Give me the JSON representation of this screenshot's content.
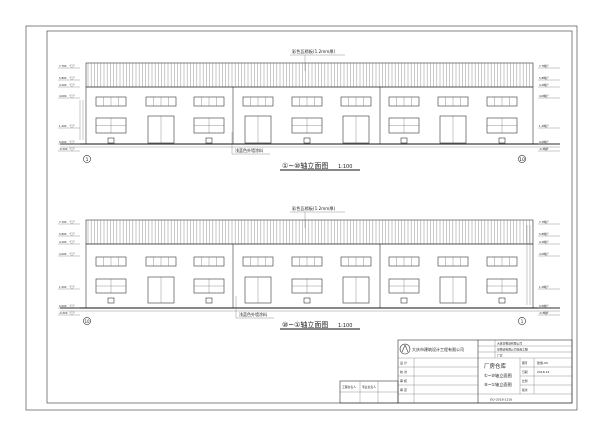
{
  "drawing_sheet": {
    "elevations": [
      {
        "id": "upper",
        "title": "①~⑩轴立面图",
        "scale_text": "1:100",
        "roof_note": "彩色瓦楞板(1.2mm厚)",
        "wall_note": "浅蓝色外墙涂料",
        "left_grid": "1",
        "right_grid": "10",
        "levels_left": [
          "7.700",
          "5.800",
          "4.200",
          "4.000",
          "1.200",
          "0.000",
          "-0.300"
        ],
        "levels_right": [
          "7.700",
          "5.800",
          "4.200",
          "4.000",
          "1.200",
          "0.000",
          "-0.300"
        ]
      },
      {
        "id": "lower",
        "title": "⑩~①轴立面图",
        "scale_text": "1:100",
        "roof_note": "彩色瓦楞板(1.2mm厚)",
        "wall_note": "浅蓝色外墙涂料",
        "left_grid": "10",
        "right_grid": "1",
        "levels_left": [
          "7.700",
          "5.800",
          "4.200",
          "4.000",
          "1.200",
          "0.000",
          "-0.300"
        ],
        "levels_right": [
          "7.700",
          "5.800",
          "4.200",
          "4.000",
          "1.200",
          "0.000",
          "-0.300"
        ]
      }
    ],
    "title_block": {
      "company": "大庆市建筑设计工程有限公司",
      "project_rows": [
        "大庆某物流有限公司",
        "某物流有限公司仓库工程",
        "厂房"
      ],
      "drawing_name": "厂房仓库",
      "drawing_items": [
        "①~⑩轴立面图",
        "⑩~①轴立面图"
      ],
      "sheet_no": "建施-05",
      "date": "2018.12",
      "doc_code": "DQ-2018-1216",
      "role_labels": [
        "设 计",
        "校 对",
        "审 核",
        "审 定"
      ],
      "sign_labels": [
        "工程负责人",
        "专业负责人"
      ],
      "misc_labels": [
        "图号",
        "日期",
        "比例",
        "版次"
      ]
    }
  }
}
